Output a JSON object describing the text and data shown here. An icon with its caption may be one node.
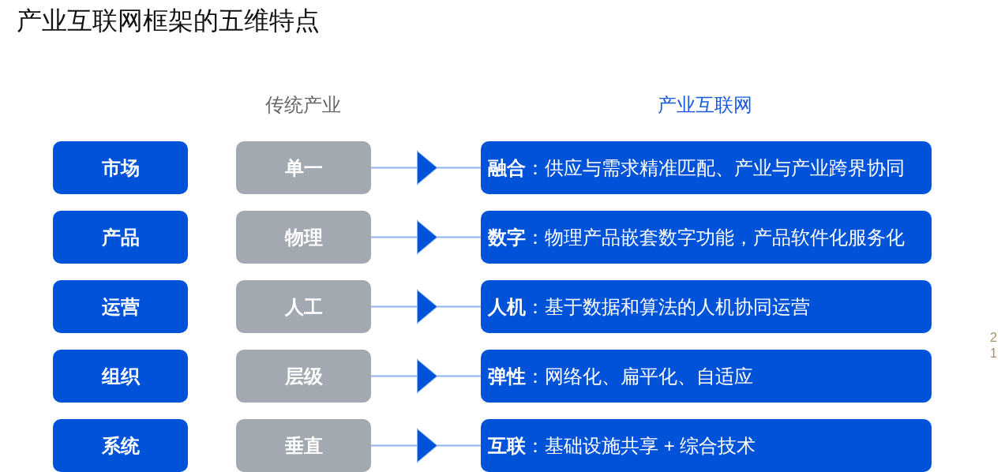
{
  "diagram": {
    "title": "产业互联网框架的五维特点",
    "nodes": [
      {
        "text": [
          "市场"
        ]
      },
      {
        "text": [
          "单一"
        ]
      },
      {
        "text": [
          "**融合**：供应与需求精准匹配、产业与产业跨界协同"
        ]
      },
      {
        "text": [
          "产品"
        ]
      },
      {
        "text": [
          "物理"
        ]
      },
      {
        "text": [
          "**数字**：物理产品嵌套数字功能，产品软件化服务化"
        ]
      },
      {
        "text": [
          "运营"
        ]
      },
      {
        "text": [
          "人工"
        ]
      },
      {
        "text": [
          "**人机**：基于数据和算法的人机协同运营"
        ]
      },
      {
        "text": [
          "组织"
        ]
      },
      {
        "text": [
          "层级"
        ]
      },
      {
        "text": [
          "**弹性**：网络化、扁平化、自适应"
        ]
      },
      {
        "text": [
          "系统"
        ]
      },
      {
        "text": [
          "垂直"
        ]
      },
      {
        "text": [
          "**互联**：基础设施共享 + 综合技术"
        ]
      }
    ],
    "edges": [
      {
        "from": 1,
        "to": 2,
        "arrow": "to"
      },
      {
        "from": 4,
        "to": 5,
        "arrow": "to"
      },
      {
        "from": 7,
        "to": 8,
        "arrow": "to"
      },
      {
        "from": 10,
        "to": 11,
        "arrow": "to"
      },
      {
        "from": 13,
        "to": 14,
        "arrow": "to"
      }
    ],
    "labels": [
      "传统产业",
      "产业互联网",
      "21"
    ]
  }
}
